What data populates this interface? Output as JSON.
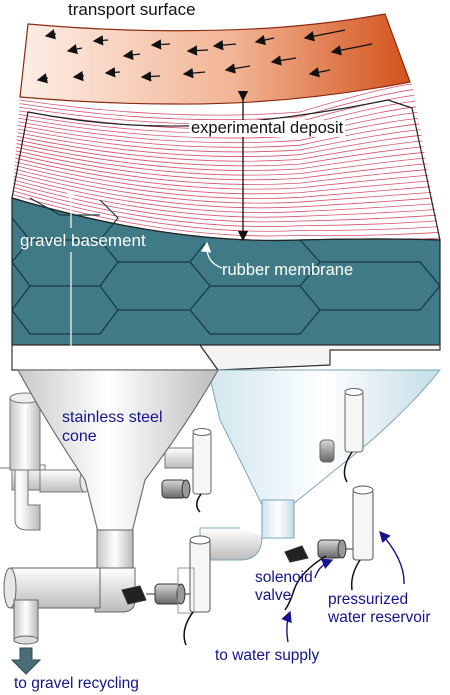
{
  "labels": {
    "transport_surface": "transport surface",
    "experimental_deposit": "experimental deposit",
    "gravel_basement": "gravel basement",
    "rubber_membrane": "rubber membrane",
    "stainless_steel_cone_line1": "stainless steel",
    "stainless_steel_cone_line2": "cone",
    "solenoid_valve_line1": "solenoid",
    "solenoid_valve_line2": "valve",
    "pressurized_reservoir_line1": "pressurized",
    "pressurized_reservoir_line2": "water reservoir",
    "to_water_supply": "to water supply",
    "to_gravel_recycling": "to gravel recycling"
  },
  "colors": {
    "transport_gradient_start": "#fdeee6",
    "transport_gradient_end": "#d2521c",
    "deposit_lines": "#d9506a",
    "basement_fill": "#3f7a86",
    "cone_light": "#f2f2f2",
    "cone_bluish": "#d4eaf0",
    "label_navy": "#14148c",
    "valve_dark": "#333333"
  }
}
